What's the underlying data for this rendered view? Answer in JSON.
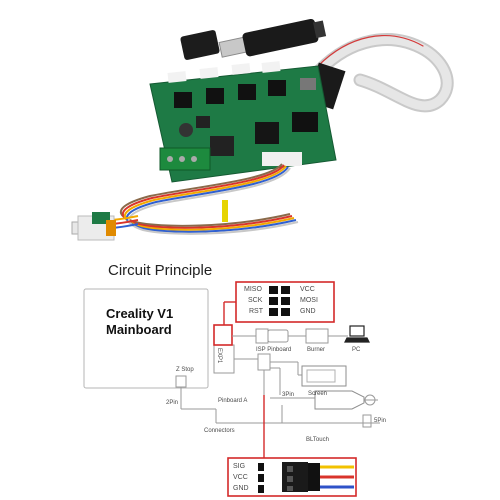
{
  "diagram": {
    "title": "Circuit Principle",
    "board_name_line1": "Creality V1",
    "board_name_line2": "Mainboard",
    "exp_port": "EXP1",
    "z_stop": "Z Stop",
    "two_pin": "2Pin",
    "pinboard_a": "Pinboard A",
    "three_pin": "3Pin",
    "connectors": "Connectors",
    "isp_pinboard": "ISP Pinboard",
    "burner": "Burner",
    "pc": "PC",
    "screen": "Screen",
    "five_pin": "5Pin",
    "bltouch": "BLTouch",
    "isp_pins": {
      "left": [
        "MISO",
        "SCK",
        "RST"
      ],
      "right": [
        "VCC",
        "MOSI",
        "GND"
      ]
    },
    "sensor_pins": [
      "SIG",
      "VCC",
      "GND"
    ],
    "colors": {
      "highlight": "#d42a2a",
      "line": "#9a9a9a",
      "wire_yellow": "#f2c200",
      "wire_red": "#d9342b",
      "wire_blue": "#2f52c8",
      "pcb": "#1e7a45"
    }
  }
}
